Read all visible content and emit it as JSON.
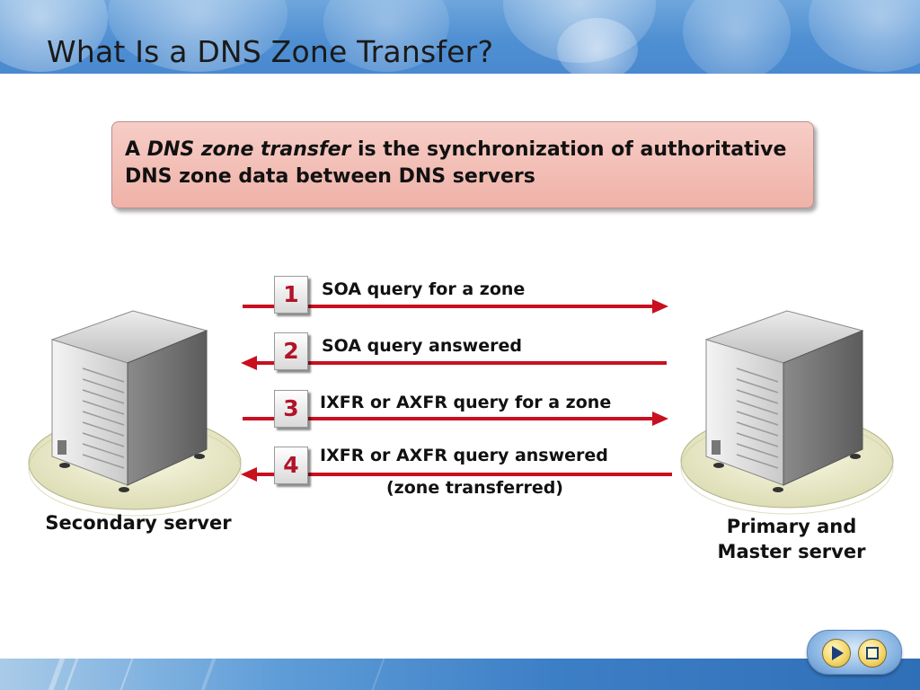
{
  "slide": {
    "title": "What Is a DNS Zone Transfer?"
  },
  "definition": {
    "prefix": "A ",
    "term": "DNS zone transfer",
    "rest": " is the synchronization of authoritative DNS zone data between DNS servers"
  },
  "servers": {
    "secondary_label": "Secondary server",
    "primary_label_line1": "Primary and",
    "primary_label_line2": "Master server"
  },
  "steps": [
    {
      "number": "1",
      "text": "SOA query for a zone",
      "direction": "right"
    },
    {
      "number": "2",
      "text": "SOA query answered",
      "direction": "left"
    },
    {
      "number": "3",
      "text": "IXFR or AXFR query for a zone",
      "direction": "right"
    },
    {
      "number": "4",
      "text": "IXFR or AXFR query answered",
      "text_line2": "(zone transferred)",
      "direction": "left"
    }
  ],
  "colors": {
    "arrow": "#c8101e",
    "step_number": "#b0142a",
    "definition_box": "#f2bdb4"
  },
  "nav": {
    "play_icon": "play-icon",
    "stop_icon": "stop-icon"
  }
}
